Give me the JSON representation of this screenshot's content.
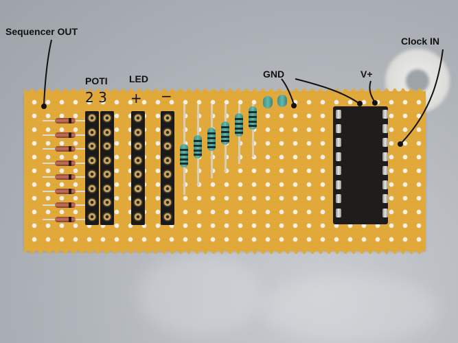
{
  "image": {
    "description": "Annotated photo of a perfboard step sequencer circuit",
    "background_color": "#b4b9bf",
    "board_color": "#e0a93a"
  },
  "annotations": {
    "sequencer_out": "Sequencer OUT",
    "poti": "POTI",
    "poti_numbers": "2 3",
    "led": "LED",
    "led_plus": "+",
    "led_minus": "−",
    "gnd": "GND",
    "vplus": "V+",
    "clock_in": "Clock IN"
  },
  "components": {
    "diodes": 8,
    "header_rows": 8,
    "resistors": 8,
    "ic_pins_per_side": 8
  }
}
